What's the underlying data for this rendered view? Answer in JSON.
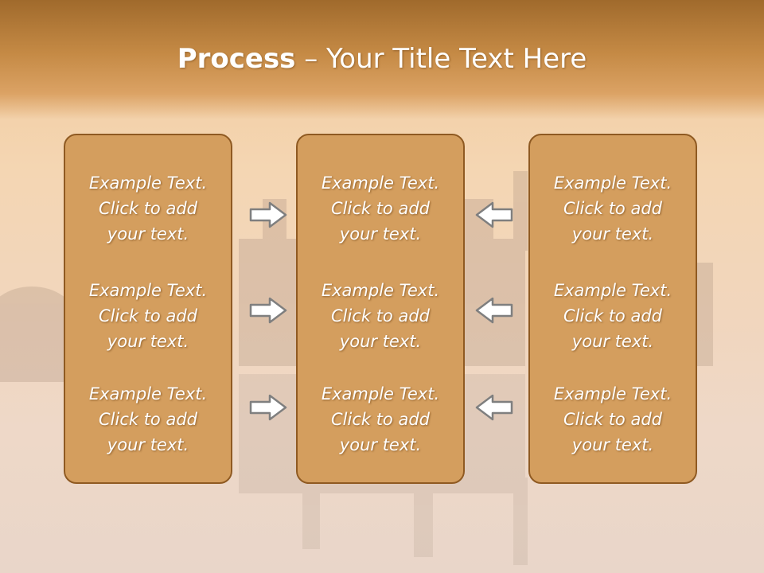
{
  "title": {
    "bold": "Process",
    "rest": " – Your Title Text Here"
  },
  "columns": [
    {
      "items": [
        {
          "line1": "Example Text.",
          "line2": "Click  to add",
          "line3": "your text."
        },
        {
          "line1": "Example Text.",
          "line2": "Click  to add",
          "line3": "your text."
        },
        {
          "line1": "Example Text.",
          "line2": "Click  to add",
          "line3": "your text."
        }
      ]
    },
    {
      "items": [
        {
          "line1": "Example Text.",
          "line2": "Click  to add",
          "line3": "your text."
        },
        {
          "line1": "Example Text.",
          "line2": "Click  to add",
          "line3": "your text."
        },
        {
          "line1": "Example Text.",
          "line2": "Click  to add",
          "line3": "your text."
        }
      ]
    },
    {
      "items": [
        {
          "line1": "Example Text.",
          "line2": "Click  to add",
          "line3": "your text."
        },
        {
          "line1": "Example Text.",
          "line2": "Click  to add",
          "line3": "your text."
        },
        {
          "line1": "Example Text.",
          "line2": "Click  to add",
          "line3": "your text."
        }
      ]
    }
  ],
  "arrows": {
    "left_group": {
      "direction": "right",
      "icon": "arrow-right-icon"
    },
    "right_group": {
      "direction": "left",
      "icon": "arrow-left-icon"
    }
  },
  "colors": {
    "box_fill": "#d49e5e",
    "box_border": "#8f5a22",
    "title_band": "#b37a38",
    "arrow_fill": "#ffffff",
    "arrow_stroke": "#7f7f7f"
  },
  "background": {
    "scene": "chateau-reflection-at-sunset"
  }
}
